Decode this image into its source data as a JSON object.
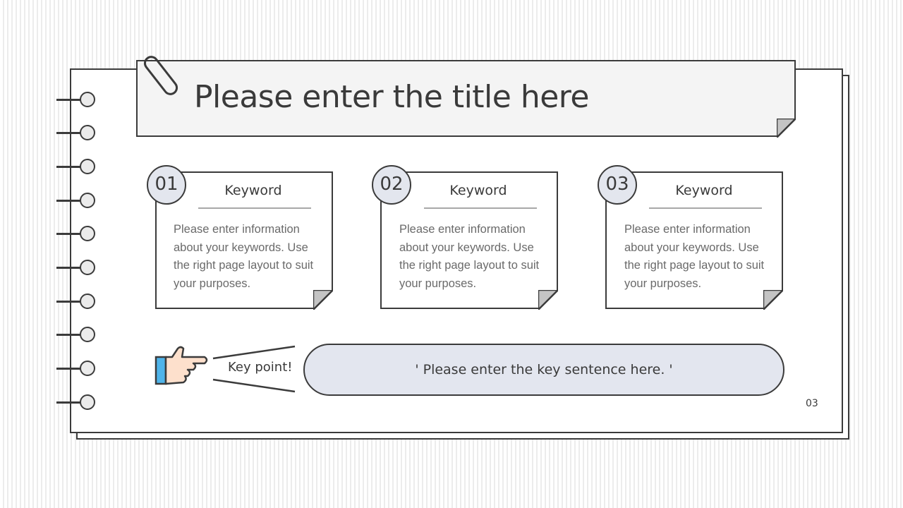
{
  "slide": {
    "title": "Please enter the title here",
    "page_number": "03",
    "colors": {
      "outline": "#3b3b3b",
      "title_fill": "#f4f4f4",
      "accent_fill": "#e3e6ee",
      "fold_fill": "#c4c4c4",
      "hand_skin": "#fde0cc",
      "cuff_blue": "#4fb4ea"
    }
  },
  "cards": [
    {
      "number": "01",
      "title": "Keyword",
      "body": "Please enter information about your keywords. Use the right page layout to suit your purposes."
    },
    {
      "number": "02",
      "title": "Keyword",
      "body": "Please enter information about your keywords. Use the right page layout to suit your purposes."
    },
    {
      "number": "03",
      "title": "Keyword",
      "body": "Please enter information about your keywords. Use the right page layout to suit your purposes."
    }
  ],
  "key_point": {
    "label": "Key point!",
    "sentence": "' Please enter the key sentence here. '"
  },
  "icons": {
    "binder_rings": "notebook-ring-icon",
    "paperclip": "paperclip-icon",
    "pointing_hand": "pointing-hand-icon"
  }
}
